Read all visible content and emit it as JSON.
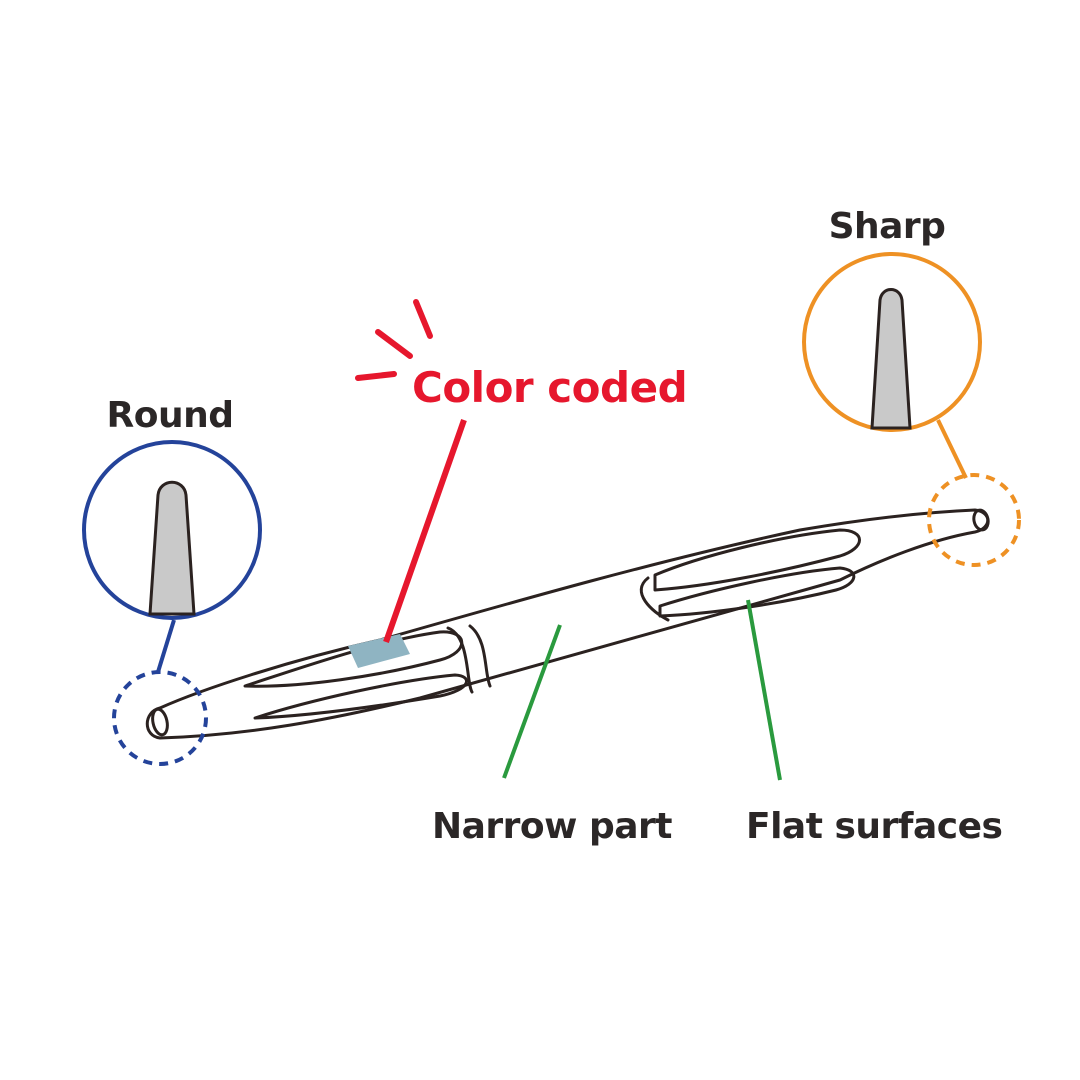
{
  "labels": {
    "round": "Round",
    "sharp": "Sharp",
    "color_coded": "Color coded",
    "narrow_part": "Narrow part",
    "flat_surfaces": "Flat surfaces"
  },
  "colors": {
    "round": "#24439a",
    "sharp": "#ee9124",
    "color_coded": "#e6172d",
    "callout_green": "#2a9a3e",
    "label_text": "#2b2727",
    "color_band": "#8fb4c2",
    "tip_fill": "#c9c9c9",
    "outline": "#2b2220"
  }
}
